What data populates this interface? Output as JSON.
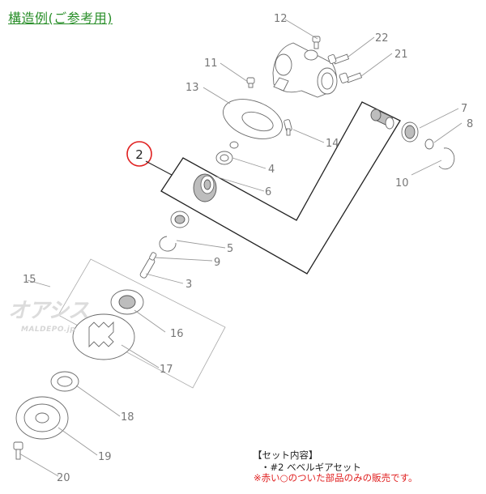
{
  "title": "構造例(ご参考用)",
  "brand": {
    "logo_text": "オアシス",
    "logo_sub": "MALDEPO.jp"
  },
  "callout": {
    "label": "2",
    "color": "#e02020"
  },
  "part_numbers": [
    "12",
    "22",
    "21",
    "11",
    "13",
    "7",
    "8",
    "14",
    "4",
    "6",
    "10",
    "5",
    "9",
    "3",
    "15",
    "16",
    "17",
    "18",
    "19",
    "20"
  ],
  "note": {
    "heading": "【セット内容】",
    "item": "・#2 ベベルギアセット",
    "warning": "※赤い○のついた部品のみの販売です。"
  },
  "colors": {
    "title": "#2a8f2a",
    "warning": "#e02020",
    "lines": "#9a9a9a"
  }
}
